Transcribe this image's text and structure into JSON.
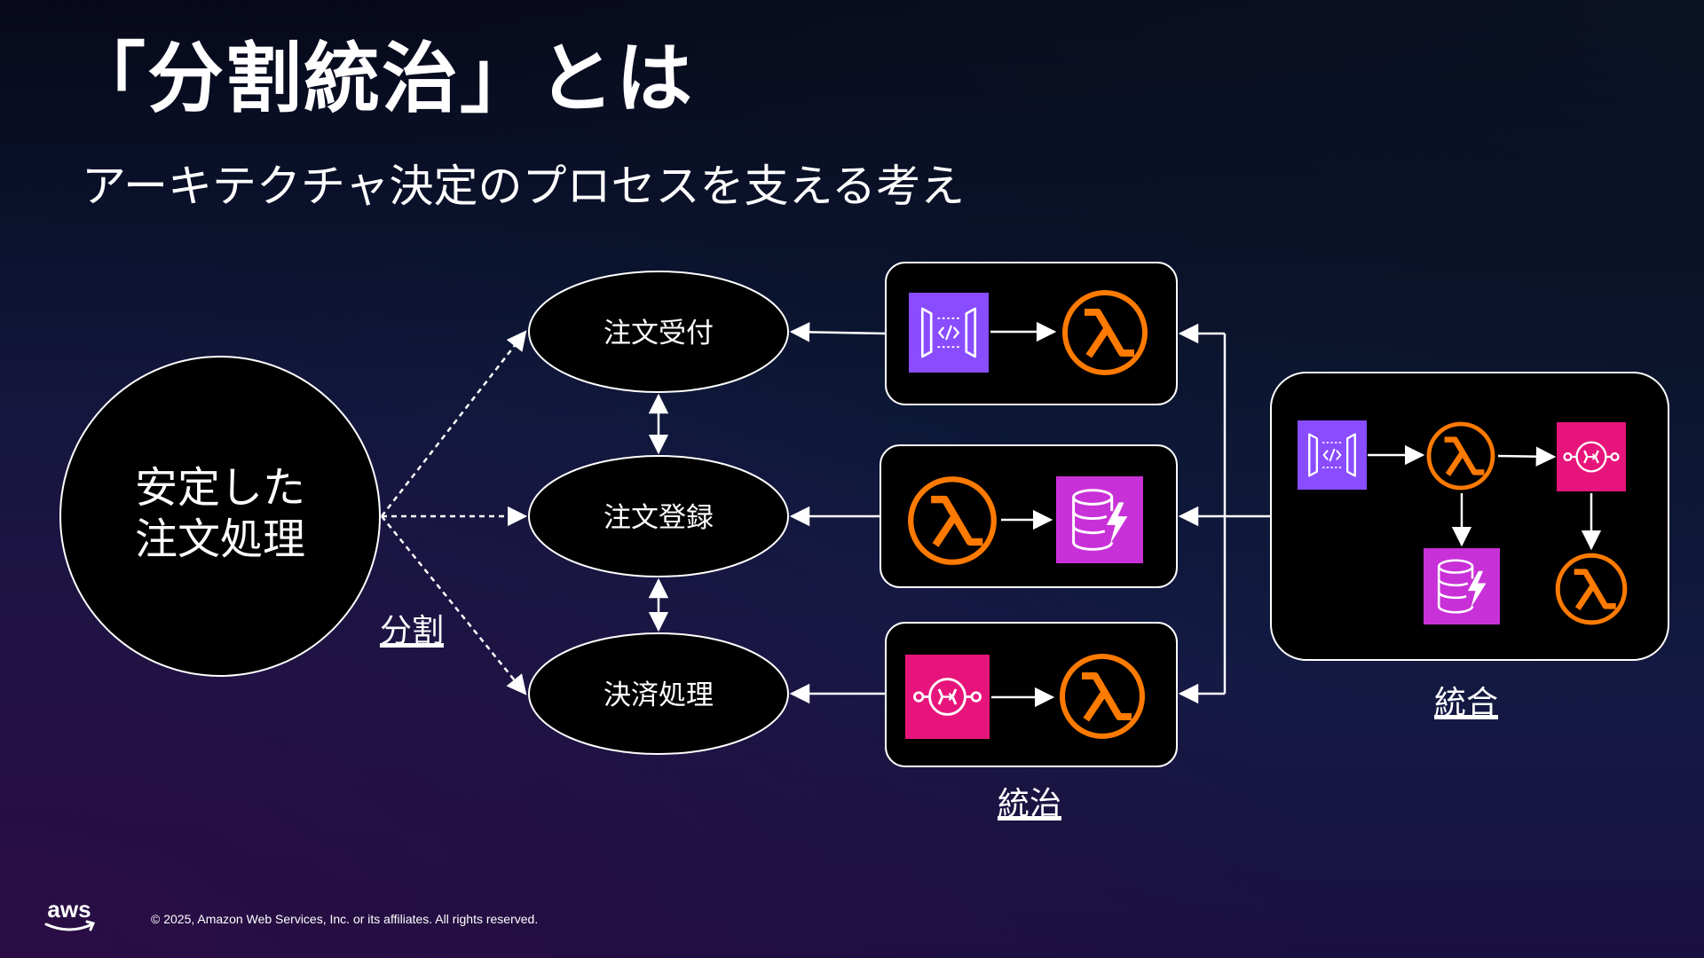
{
  "slide": {
    "title": "「分割統治」とは",
    "subtitle": "アーキテクチャ決定のプロセスを支える考え"
  },
  "diagram": {
    "main_circle": {
      "line1": "安定した",
      "line2": "注文処理"
    },
    "processes": [
      {
        "id": "order-reception",
        "label": "注文受付"
      },
      {
        "id": "order-registration",
        "label": "注文登録"
      },
      {
        "id": "payment-processing",
        "label": "決済処理"
      }
    ],
    "service_boxes": [
      {
        "for": "注文受付",
        "services": [
          "api-gateway-icon",
          "lambda-icon"
        ]
      },
      {
        "for": "注文登録",
        "services": [
          "lambda-icon",
          "dynamodb-icon"
        ]
      },
      {
        "for": "決済処理",
        "services": [
          "sqs-icon",
          "lambda-icon"
        ]
      }
    ],
    "integrated_box": {
      "services": [
        "api-gateway-icon",
        "lambda-icon",
        "sqs-icon",
        "dynamodb-icon",
        "lambda-icon"
      ]
    },
    "labels": {
      "divide": "分割",
      "govern": "統治",
      "integrate": "統合"
    }
  },
  "colors": {
    "lambda": "#ff7a00",
    "api_gateway": "#8a4cff",
    "dynamodb": "#c931d8",
    "sqs": "#e7157b",
    "node_fill": "#000000",
    "node_stroke": "#ffffff"
  },
  "footer": {
    "logo": "aws",
    "copyright": "© 2025, Amazon Web Services, Inc. or its affiliates. All rights reserved."
  }
}
